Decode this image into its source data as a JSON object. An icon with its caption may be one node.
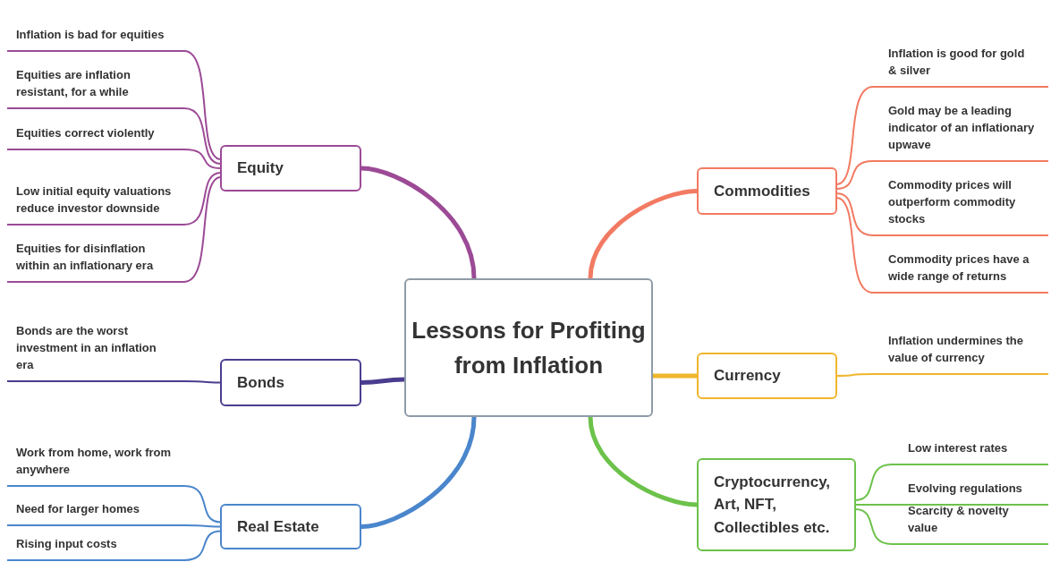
{
  "diagram": {
    "nodes": [
      {
        "text": [
          "Lessons for Profiting from Inflation"
        ]
      },
      {
        "text": [
          "Equity"
        ]
      },
      {
        "text": [
          "Inflation is bad for equities"
        ]
      },
      {
        "text": [
          "Equities are inflation resistant, for a while"
        ]
      },
      {
        "text": [
          "Equities correct violently"
        ]
      },
      {
        "text": [
          "Low initial equity valuations reduce investor downside"
        ]
      },
      {
        "text": [
          "Equities for disinflation within an inflationary era"
        ]
      },
      {
        "text": [
          "Bonds"
        ]
      },
      {
        "text": [
          "Bonds are the worst investment in an inflation era"
        ]
      },
      {
        "text": [
          "Real Estate"
        ]
      },
      {
        "text": [
          "Work from home, work from anywhere"
        ]
      },
      {
        "text": [
          "Need for larger homes"
        ]
      },
      {
        "text": [
          "Rising input costs"
        ]
      },
      {
        "text": [
          "Commodities"
        ]
      },
      {
        "text": [
          "Inflation is good for gold & silver"
        ]
      },
      {
        "text": [
          "Gold may be a leading indicator of an inflationary upwave"
        ]
      },
      {
        "text": [
          "Commodity prices will outperform commodity stocks"
        ]
      },
      {
        "text": [
          "Commodity prices have a wide range of returns"
        ]
      },
      {
        "text": [
          "Currency"
        ]
      },
      {
        "text": [
          "Inflation undermines the value of currency"
        ]
      },
      {
        "text": [
          "Cryptocurrency, Art, NFT, Collectibles etc."
        ]
      },
      {
        "text": [
          "Low interest rates"
        ]
      },
      {
        "text": [
          "Evolving regulations"
        ]
      },
      {
        "text": [
          "Scarcity & novelty value"
        ]
      }
    ],
    "edges": [
      {
        "from": 0,
        "to": 1,
        "arrow": "none",
        "style": "thick",
        "color": "#9c4a96"
      },
      {
        "from": 0,
        "to": 7,
        "arrow": "none",
        "style": "thick",
        "color": "#4a3d8f"
      },
      {
        "from": 0,
        "to": 9,
        "arrow": "none",
        "style": "thick",
        "color": "#4a86cc"
      },
      {
        "from": 0,
        "to": 13,
        "arrow": "none",
        "style": "thick",
        "color": "#f27a62"
      },
      {
        "from": 0,
        "to": 18,
        "arrow": "none",
        "style": "thick",
        "color": "#f0b62c"
      },
      {
        "from": 0,
        "to": 20,
        "arrow": "none",
        "style": "thick",
        "color": "#6cc24a"
      },
      {
        "from": 1,
        "to": 2,
        "arrow": "none",
        "color": "#9c4a96"
      },
      {
        "from": 1,
        "to": 3,
        "arrow": "none",
        "color": "#9c4a96"
      },
      {
        "from": 1,
        "to": 4,
        "arrow": "none",
        "color": "#9c4a96"
      },
      {
        "from": 1,
        "to": 5,
        "arrow": "none",
        "color": "#9c4a96"
      },
      {
        "from": 1,
        "to": 6,
        "arrow": "none",
        "color": "#9c4a96"
      },
      {
        "from": 7,
        "to": 8,
        "arrow": "none",
        "color": "#4a3d8f"
      },
      {
        "from": 9,
        "to": 10,
        "arrow": "none",
        "color": "#4a86cc"
      },
      {
        "from": 9,
        "to": 11,
        "arrow": "none",
        "color": "#4a86cc"
      },
      {
        "from": 9,
        "to": 12,
        "arrow": "none",
        "color": "#4a86cc"
      },
      {
        "from": 13,
        "to": 14,
        "arrow": "none",
        "color": "#f27a62"
      },
      {
        "from": 13,
        "to": 15,
        "arrow": "none",
        "color": "#f27a62"
      },
      {
        "from": 13,
        "to": 16,
        "arrow": "none",
        "color": "#f27a62"
      },
      {
        "from": 13,
        "to": 17,
        "arrow": "none",
        "color": "#f27a62"
      },
      {
        "from": 18,
        "to": 19,
        "arrow": "none",
        "color": "#f0b62c"
      },
      {
        "from": 20,
        "to": 21,
        "arrow": "none",
        "color": "#6cc24a"
      },
      {
        "from": 20,
        "to": 22,
        "arrow": "none",
        "color": "#6cc24a"
      },
      {
        "from": 20,
        "to": 23,
        "arrow": "none",
        "color": "#6cc24a"
      }
    ]
  }
}
